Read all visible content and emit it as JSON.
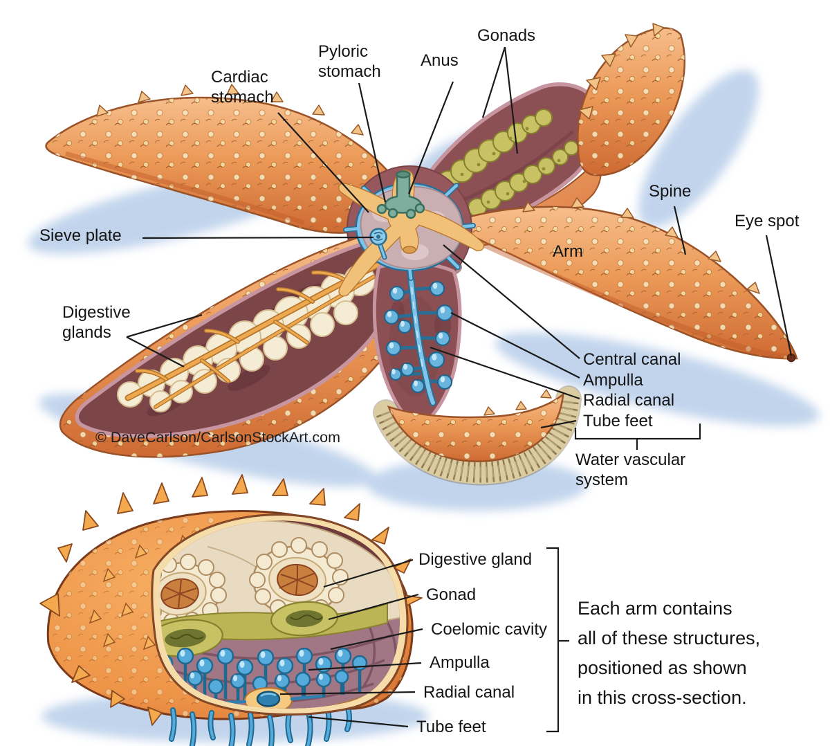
{
  "figure": {
    "subject": "Starfish (sea star) internal anatomy, dorsal dissection with arm cross-section",
    "credit": "© DaveCarlson/CarlsonStockArt.com"
  },
  "top_labels": {
    "pyloric_stomach": "Pyloric\nstomach",
    "cardiac_stomach": "Cardiac\nstomach",
    "anus": "Anus",
    "gonads": "Gonads",
    "spine": "Spine",
    "eye_spot": "Eye spot",
    "arm": "Arm",
    "sieve_plate": "Sieve plate",
    "digestive_glands": "Digestive\nglands",
    "central_canal": "Central canal",
    "ampulla": "Ampulla",
    "radial_canal": "Radial canal",
    "tube_feet": "Tube feet",
    "water_vascular_system": "Water vascular\nsystem"
  },
  "cross_section_labels": {
    "digestive_gland": "Digestive gland",
    "gonad": "Gonad",
    "coelomic_cavity": "Coelomic cavity",
    "ampulla": "Ampulla",
    "radial_canal": "Radial canal",
    "tube_feet": "Tube feet",
    "note": "Each arm contains\nall of these structures,\npositioned as shown\nin this cross-section."
  },
  "colors": {
    "body_orange": "#E8914F",
    "body_highlight": "#F6BE8C",
    "body_edge": "#C25F2C",
    "spine_dot_cream": "#F7E9C4",
    "cut_rim_mauve": "#C795A0",
    "interior_maroon": "#8C5054",
    "water_vascular_blue": "#6FB9E0",
    "water_vascular_outline": "#2A6E96",
    "gonad_olive": "#C6BE5E",
    "digestive_gland_cream": "#F3EBD2",
    "duct_orange": "#ECA94F",
    "stomach_grey": "#C9AFB2",
    "pyloric_tan": "#F2C179",
    "anus_teal": "#7FAE9E",
    "coelom_mauve": "#A17685",
    "shadow_blue": "#B7CDE9",
    "leader_line": "#1a1a1a"
  }
}
